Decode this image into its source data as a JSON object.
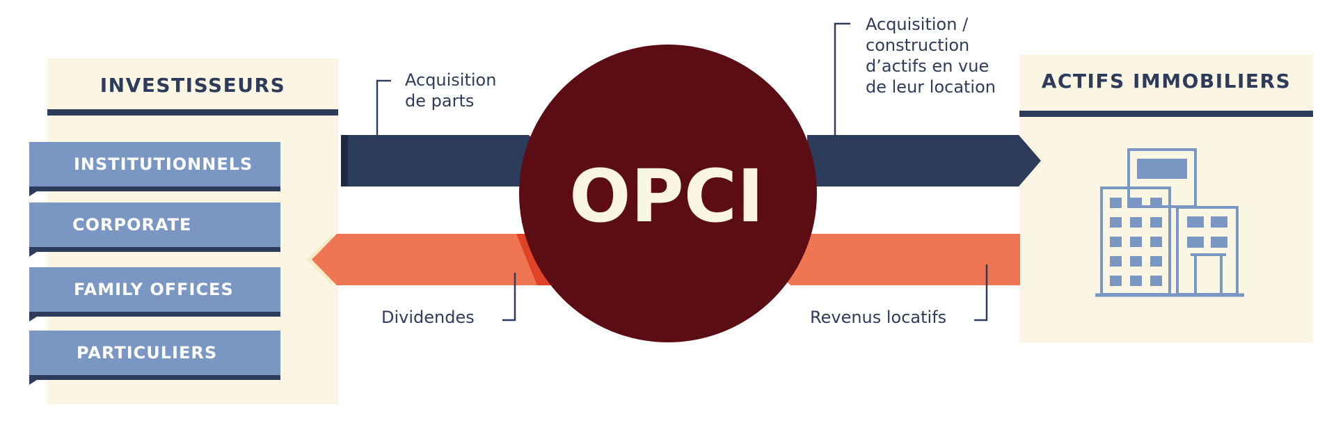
{
  "center": {
    "label": "OPCI"
  },
  "investors": {
    "title": "INVESTISSEURS",
    "items": [
      {
        "label": "INSTITUTIONNELS"
      },
      {
        "label": "CORPORATE"
      },
      {
        "label": "FAMILY OFFICES"
      },
      {
        "label": "PARTICULIERS"
      }
    ]
  },
  "assets": {
    "title": "ACTIFS IMMOBILIERS",
    "icon": "building-icon"
  },
  "flows": {
    "acquisition_parts": "Acquisition\nde parts",
    "acquisition_construction": "Acquisition /\nconstruction\nd’actifs en vue\nde leur location",
    "dividendes": "Dividendes",
    "revenus_locatifs": "Revenus locatifs"
  },
  "colors": {
    "navy": "#2e3c5c",
    "ribbon_blue": "#7a97c3",
    "cream": "#fbf6e3",
    "coral": "#f07553",
    "circle": "#5c0d14",
    "circle_text": "#fbf6e3"
  }
}
